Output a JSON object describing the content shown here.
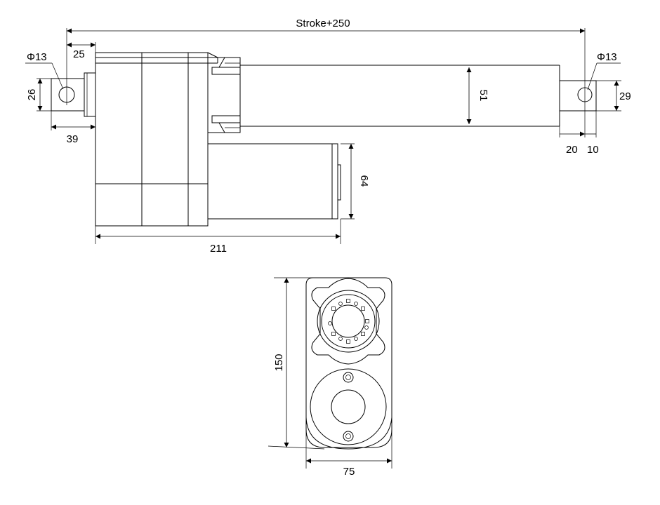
{
  "dimensions": {
    "stroke": "Stroke+250",
    "rear_hole_dia": "Φ13",
    "front_hole_dia": "Φ13",
    "rear_offset": "25",
    "rear_clevis_height": "26",
    "rear_clevis_length": "39",
    "tube_diameter": "51",
    "front_clevis_height": "29",
    "front_rod_length": "20",
    "front_hole_offset": "10",
    "motor_diameter": "64",
    "body_length": "211",
    "end_height": "150",
    "end_width": "75"
  }
}
